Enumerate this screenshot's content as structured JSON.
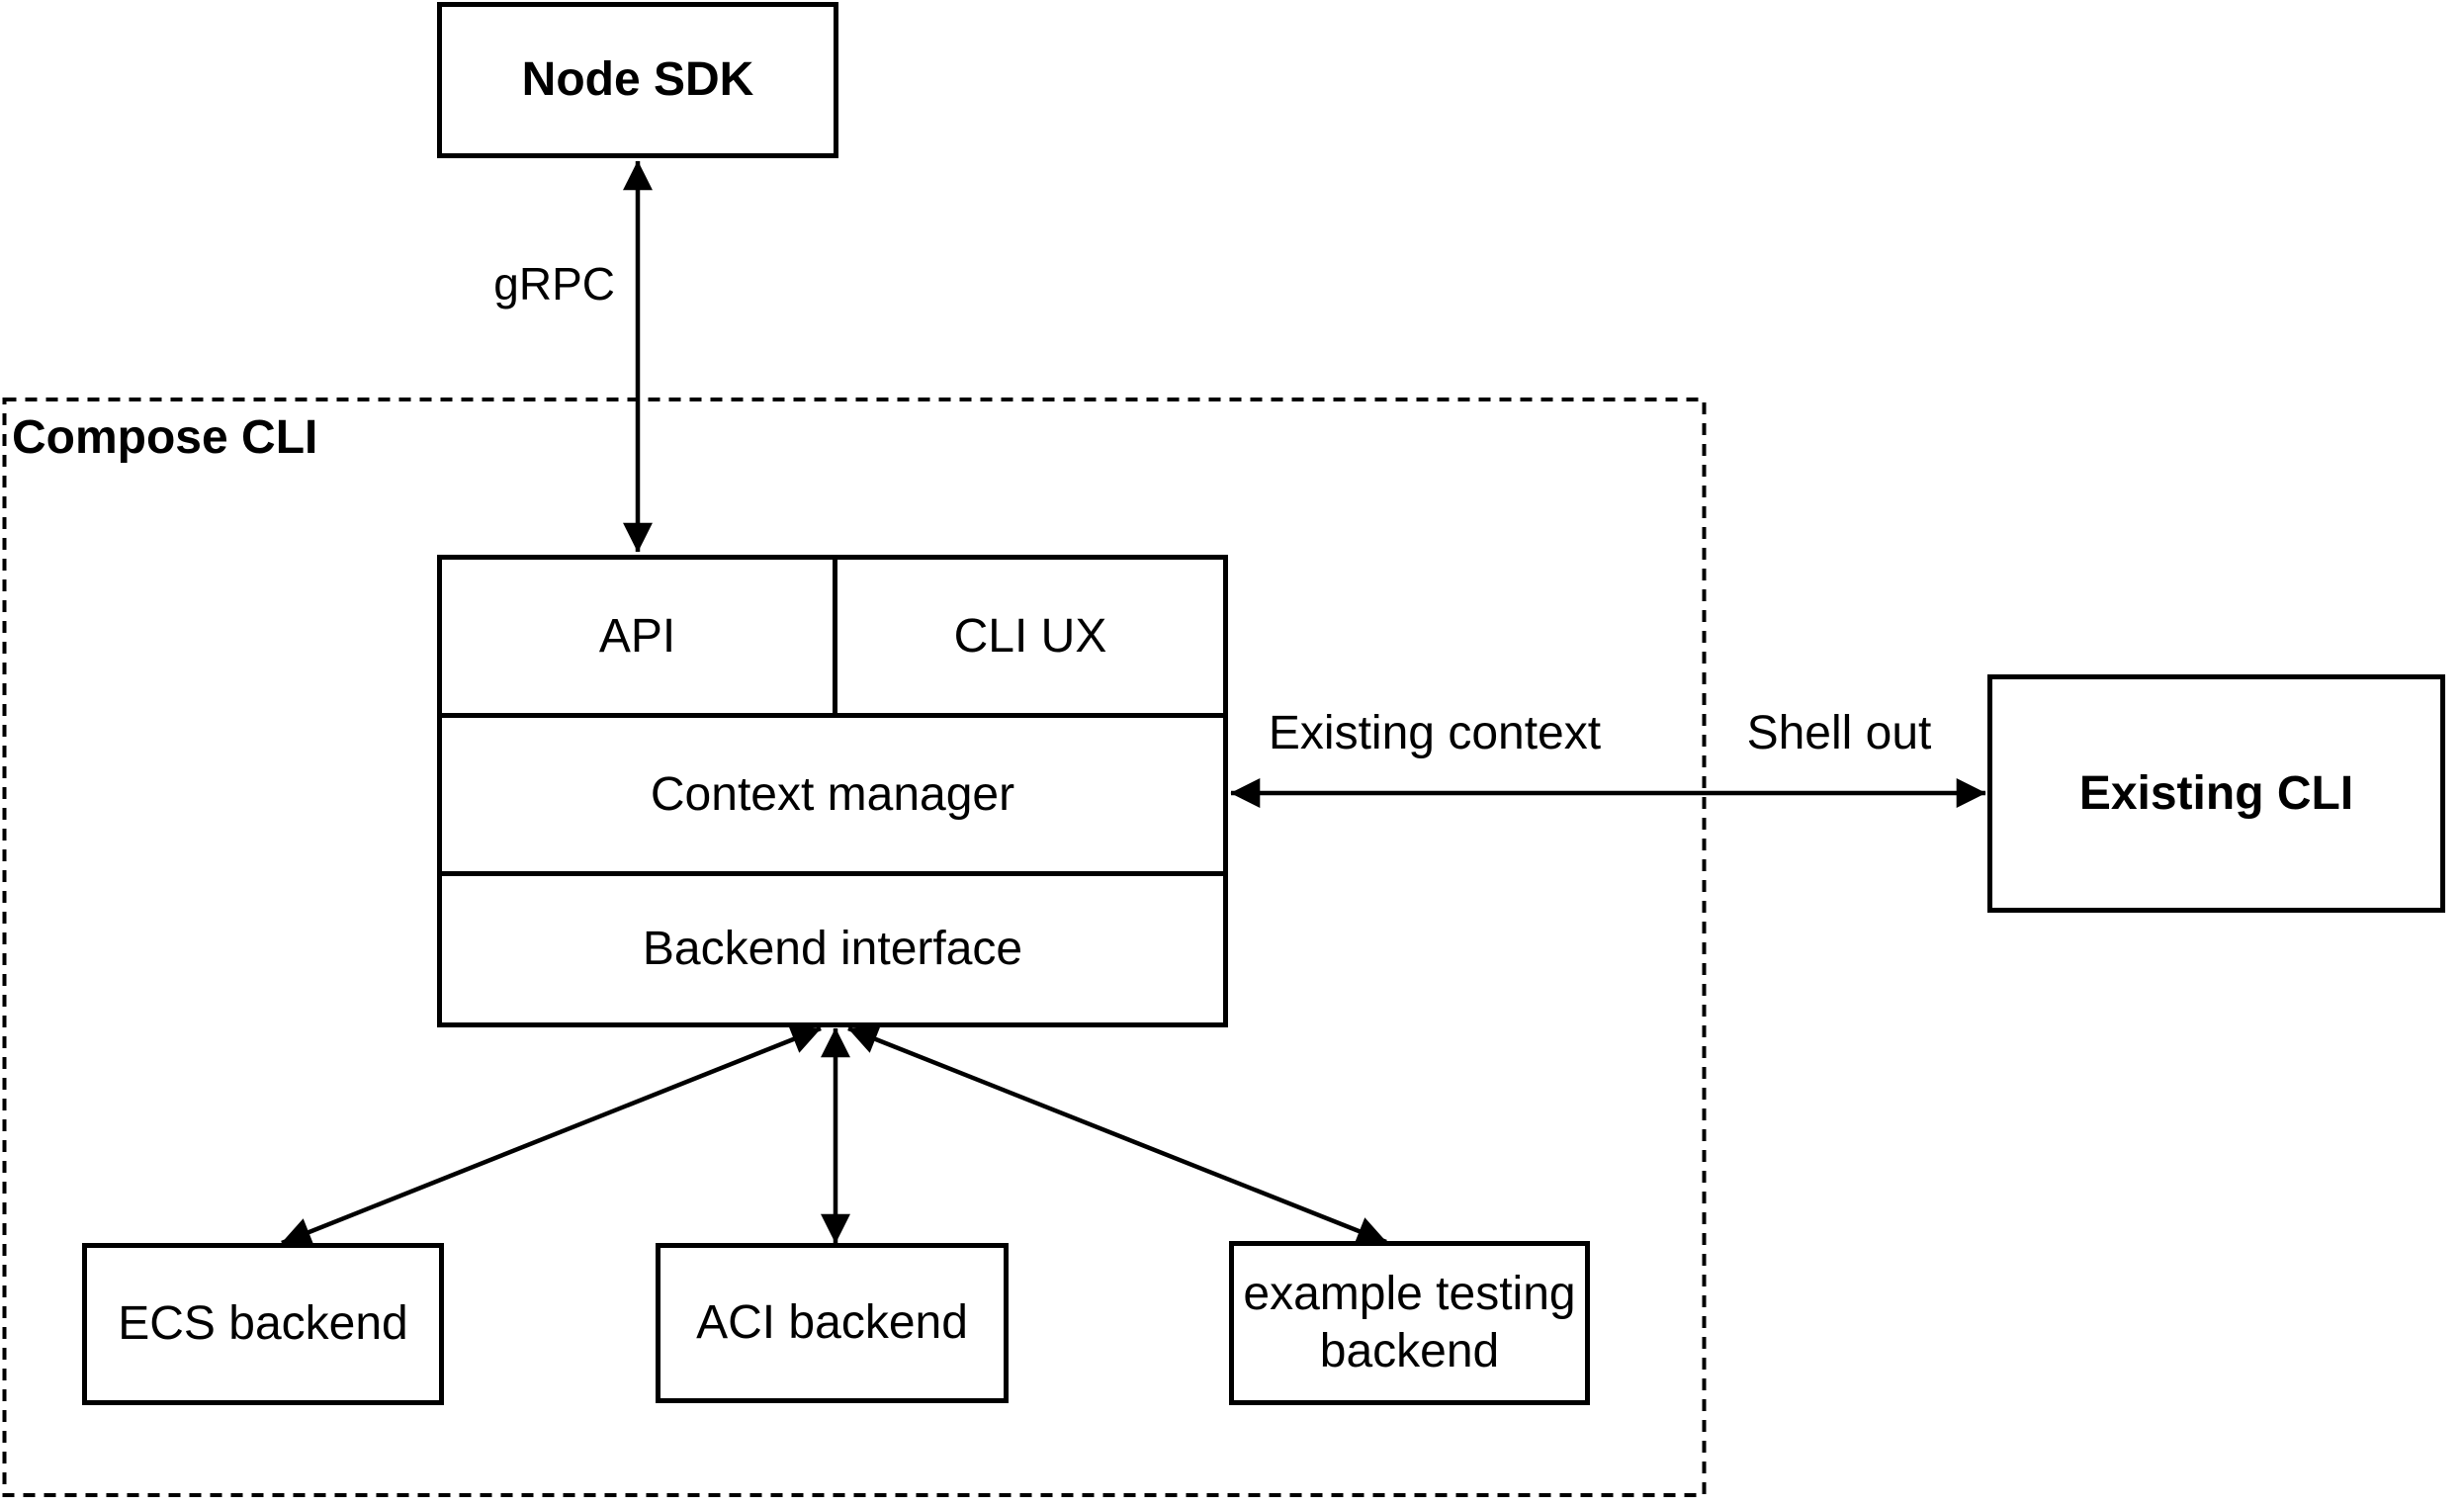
{
  "container": {
    "label": "Compose CLI"
  },
  "nodes": {
    "node_sdk": {
      "label": "Node SDK"
    },
    "api": {
      "label": "API"
    },
    "cli_ux": {
      "label": "CLI UX"
    },
    "context_manager": {
      "label": "Context manager"
    },
    "backend_interface": {
      "label": "Backend interface"
    },
    "existing_cli": {
      "label": "Existing CLI"
    },
    "ecs_backend": {
      "label": "ECS backend"
    },
    "aci_backend": {
      "label": "ACI backend"
    },
    "example_testing_backend": {
      "label": "example testing backend",
      "lines": [
        "example testing",
        "backend"
      ]
    }
  },
  "edges": {
    "grpc": {
      "label": "gRPC"
    },
    "existing_context": {
      "label": "Existing context"
    },
    "shell_out": {
      "label": "Shell out"
    }
  },
  "colors": {
    "stroke": "#000000",
    "background": "#ffffff"
  }
}
